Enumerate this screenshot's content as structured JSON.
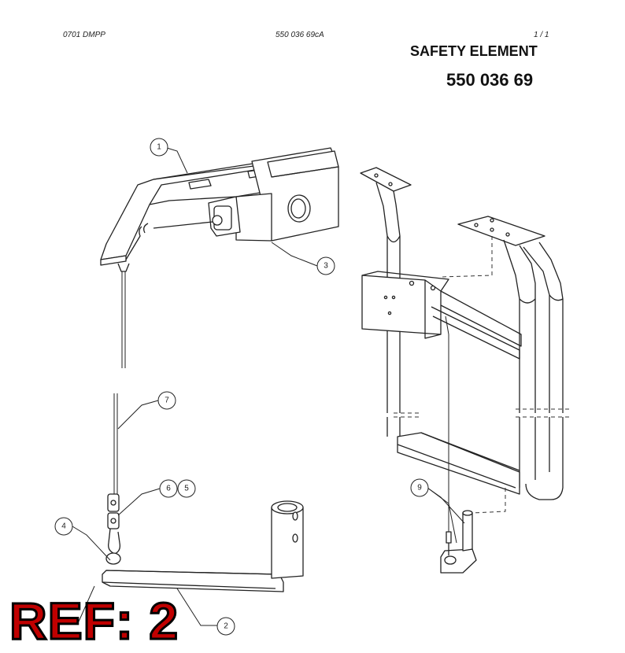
{
  "header": {
    "doc_code": "0701 DMPP",
    "drawing_number": "550 036 69cA",
    "page_indicator": "1 /  1"
  },
  "title": "SAFETY ELEMENT",
  "part_number": "550 036 69",
  "callouts": [
    "1",
    "3",
    "7",
    "6",
    "5",
    "4",
    "2",
    "9"
  ],
  "ref_label": "REF: 2"
}
